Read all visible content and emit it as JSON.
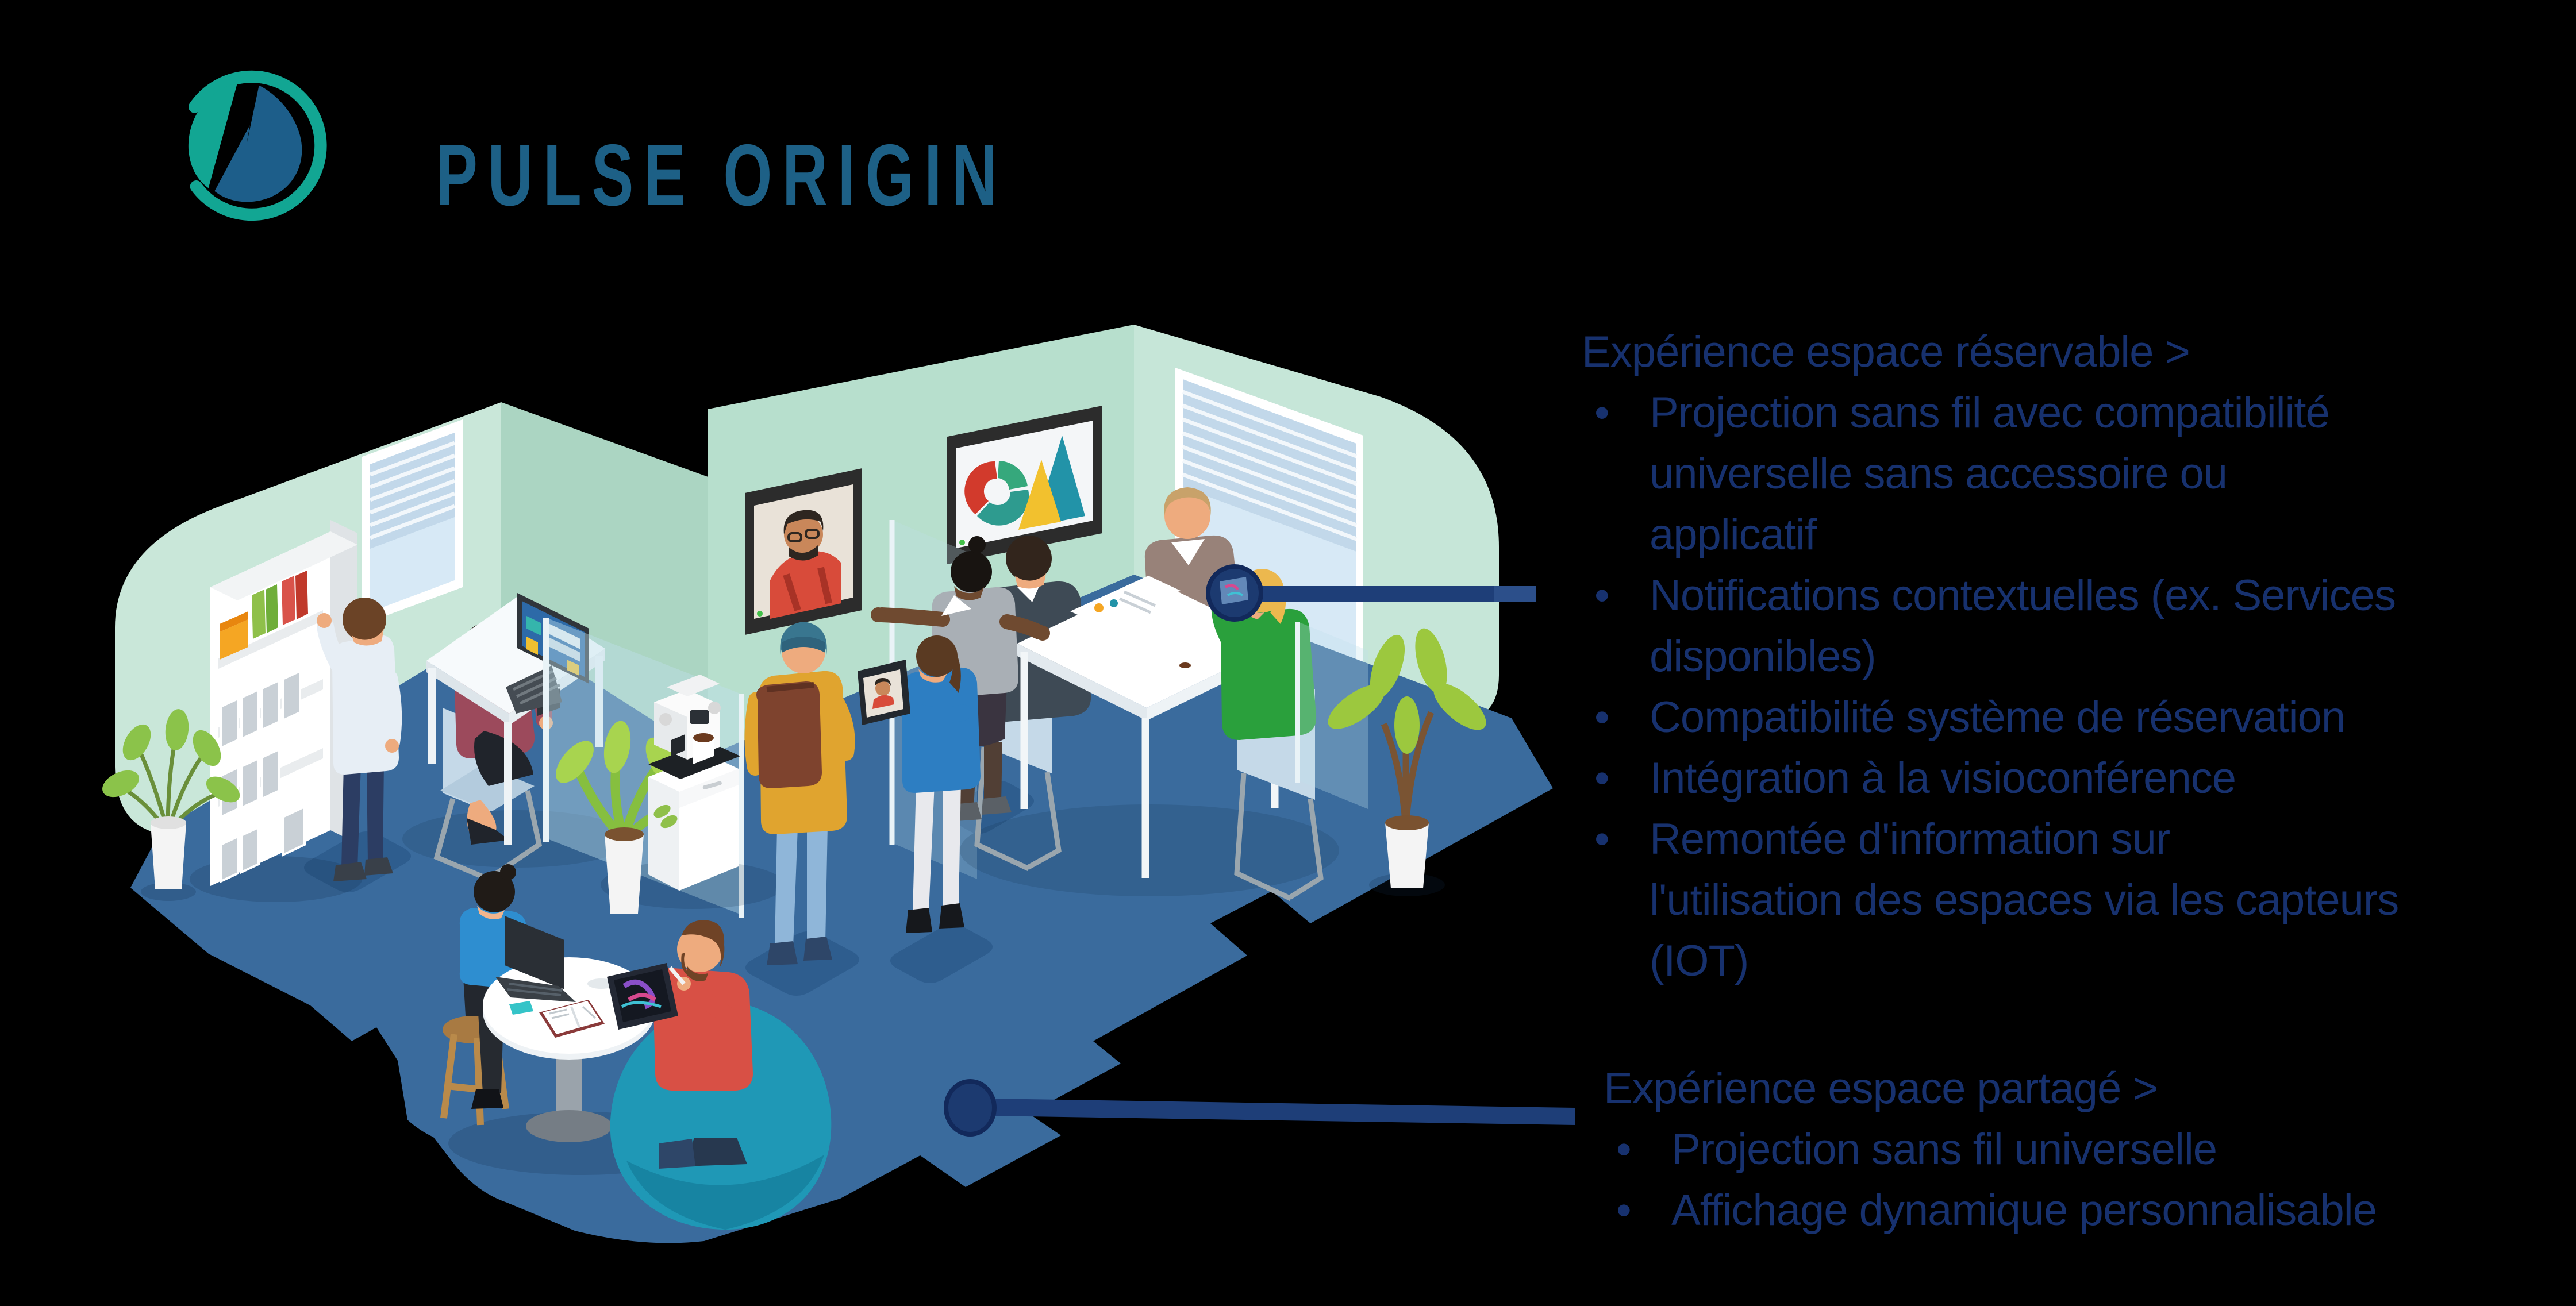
{
  "brand": {
    "name": "PULSE ORIGIN",
    "logo_teal": "#12a693",
    "logo_blue": "#1d5e8a",
    "wordmark_color": "#1d6086"
  },
  "bullet_char": "•",
  "callouts": {
    "reservable": {
      "title": "Expérience espace réservable >",
      "bullets": [
        [
          "Projection sans fil avec compatibilité",
          "universelle sans accessoire ou",
          "applicatif"
        ],
        [
          "Notifications contextuelles (ex. Services",
          "disponibles)"
        ],
        [
          "Compatibilité système de réservation"
        ],
        [
          "Intégration à la visioconférence"
        ],
        [
          "Remontée d'information sur",
          "l'utilisation des espaces via les capteurs",
          "(IOT)"
        ]
      ]
    },
    "partage": {
      "title": "Expérience espace partagé >",
      "bullets": [
        [
          "Projection sans fil universelle"
        ],
        [
          "Affichage dynamique personnalisable"
        ]
      ]
    }
  },
  "style": {
    "text_navy": "#17316e",
    "connector_navy": "#1e3e78",
    "floor_blue": "#3a6b9d",
    "wall_mint": "#b7dfcd",
    "beanbag_teal": "#1f98b6"
  },
  "icons": {
    "scene": "isometric-open-space-office",
    "tv_left": "video-call-screen",
    "tv_right": "dashboard-charts-screen",
    "dot_reservable": "callout-dot",
    "dot_partage": "callout-dot"
  }
}
